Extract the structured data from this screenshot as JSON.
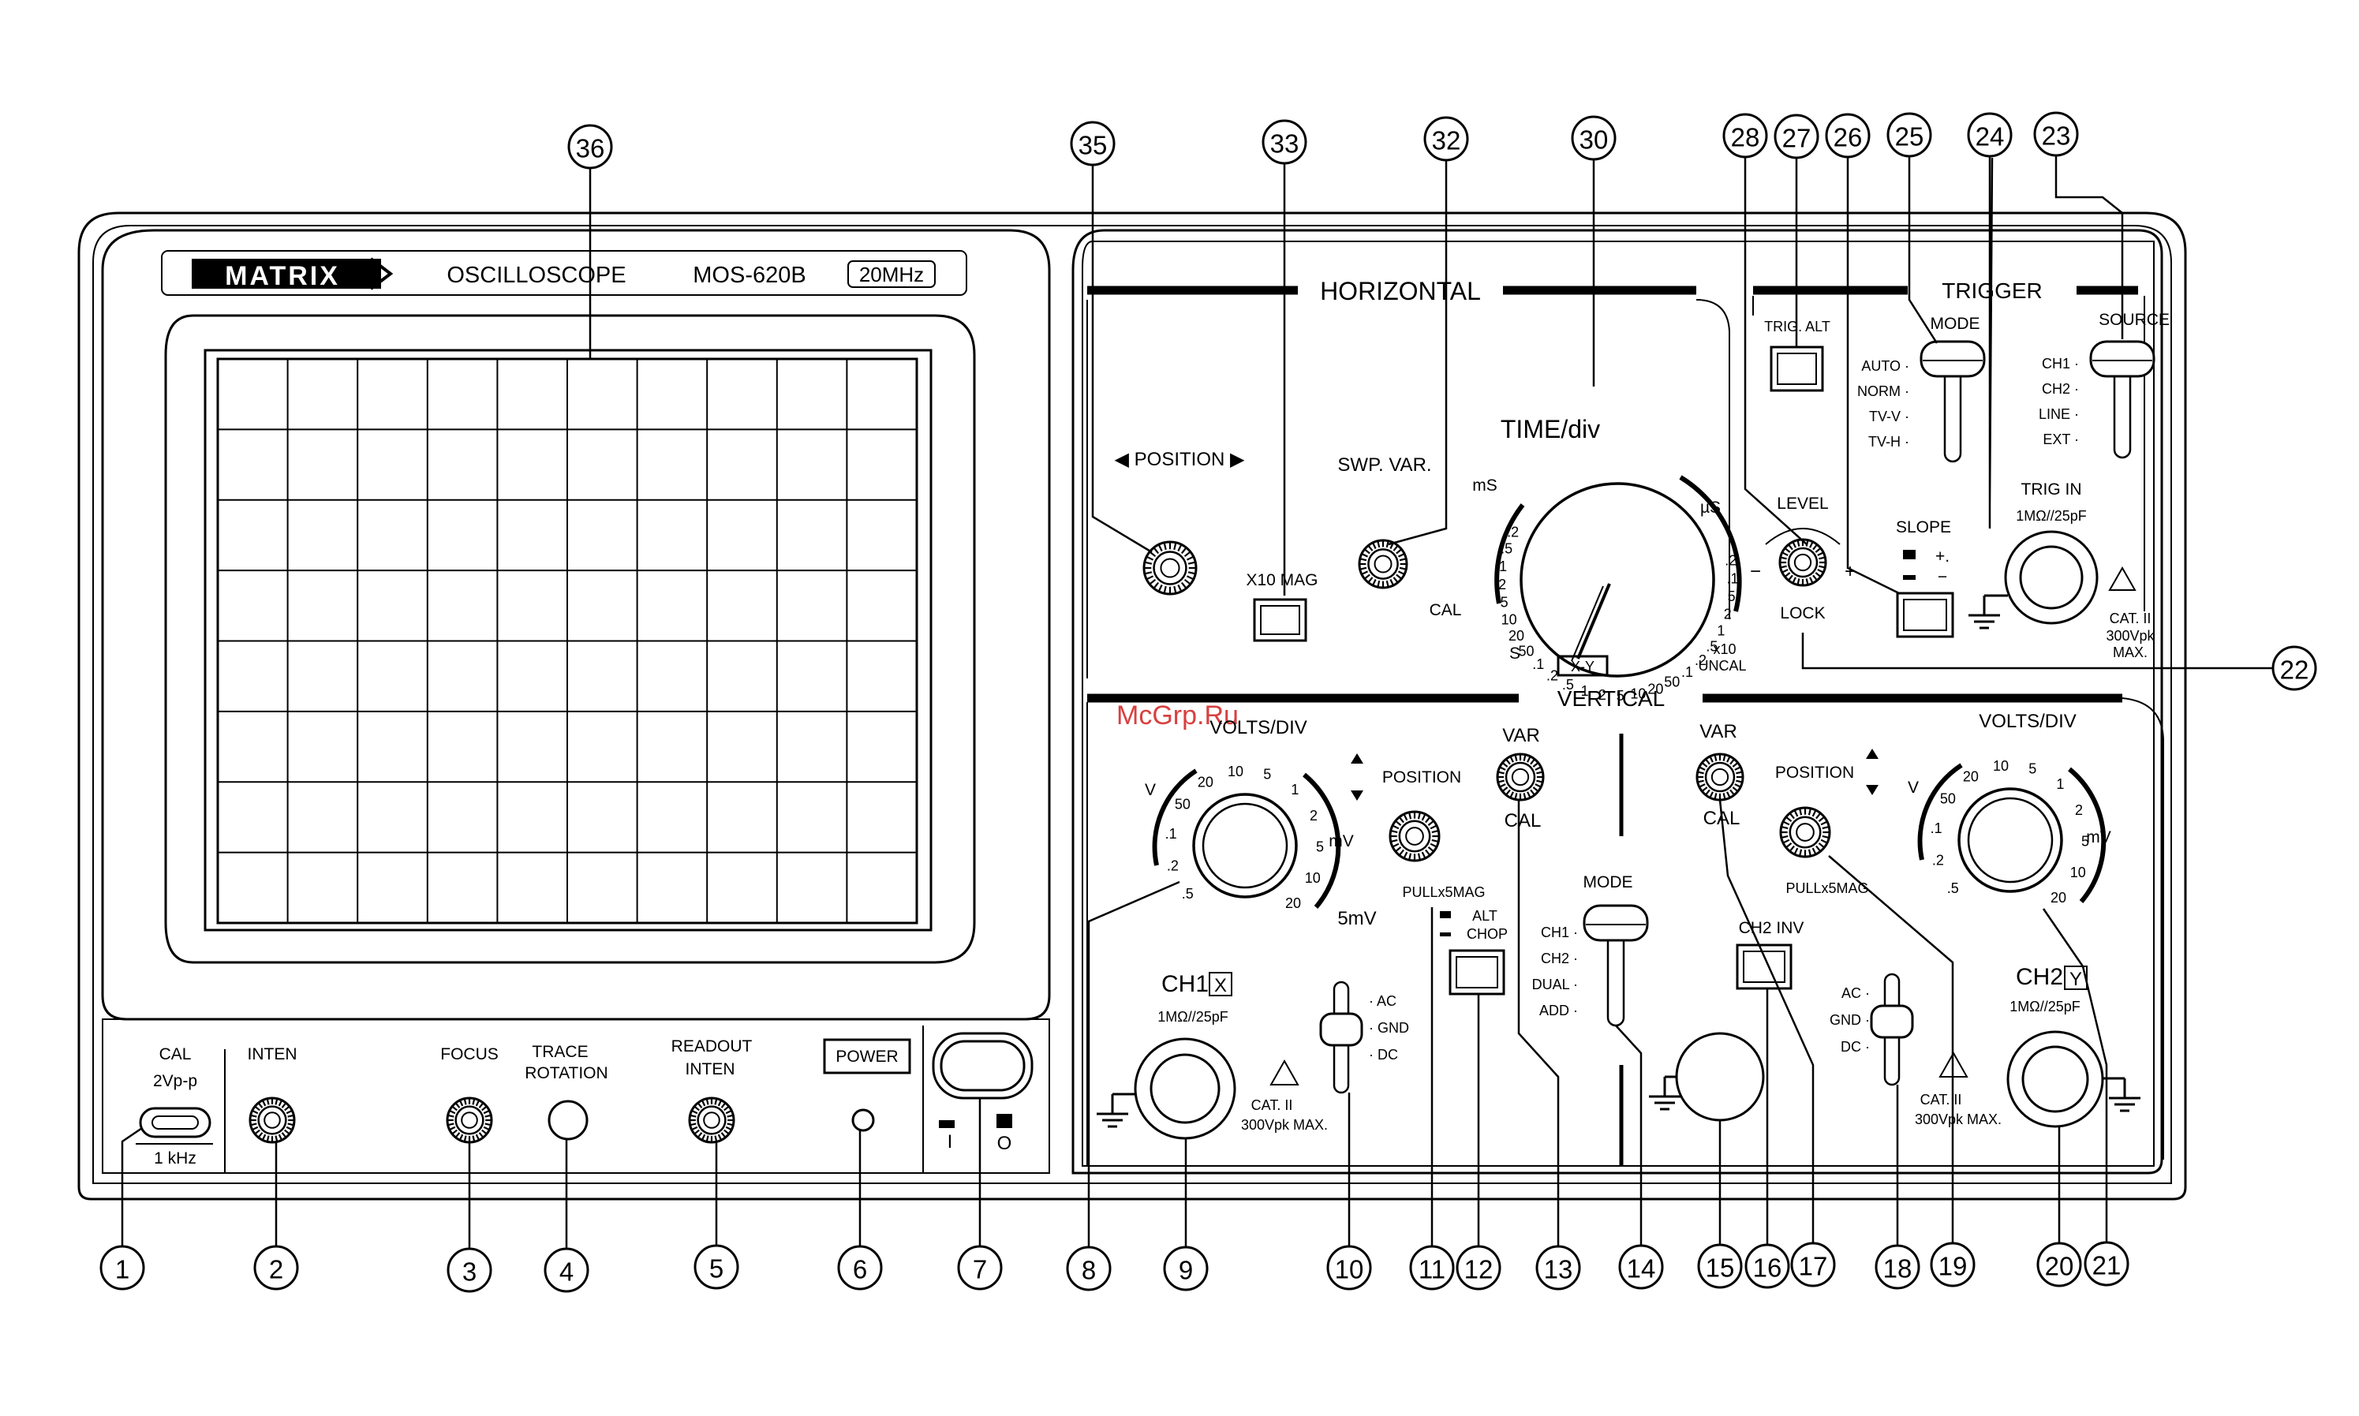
{
  "panel": {
    "brand": "MATRIX",
    "product": "OSCILLOSCOPE",
    "model": "MOS-620B",
    "bandwidth": "20MHz",
    "watermark": "McGrp.Ru"
  },
  "sections": {
    "horizontal": "HORIZONTAL",
    "vertical": "VERTICAL",
    "trigger": "TRIGGER"
  },
  "bottom": {
    "cal_title": "CAL",
    "cal_volts": "2Vp-p",
    "cal_freq": "1 kHz",
    "inten": "INTEN",
    "focus": "FOCUS",
    "trace_1": "TRACE",
    "trace_2": "ROTATION",
    "readout_1": "READOUT",
    "readout_2": "INTEN",
    "power": "POWER",
    "power_on": "I",
    "power_off": "O"
  },
  "horizontal": {
    "position": "◀ POSITION ▶",
    "x10mag": "X10 MAG",
    "swpvar": "SWP. VAR.",
    "cal": "CAL",
    "timediv": "TIME/div",
    "xy": "X-Y",
    "x10": "x10",
    "uncal": "UNCAL",
    "ms": "mS",
    "us": "µS",
    "s": "S",
    "dial_labels": [
      ".2",
      ".5",
      "1",
      "2",
      "5",
      "10",
      "20",
      "50",
      ".1",
      ".2",
      ".5",
      "1",
      "2",
      "5",
      "10",
      "20",
      "50",
      ".1",
      ".2",
      ".5",
      "1",
      "2",
      "5",
      ".1",
      ".2"
    ]
  },
  "trigger": {
    "trigalt": "TRIG. ALT",
    "mode": "MODE",
    "mode_items": [
      "AUTO",
      "NORM",
      "TV-V",
      "TV-H"
    ],
    "source": "SOURCE",
    "source_items": [
      "CH1",
      "CH2",
      "LINE",
      "EXT"
    ],
    "level": "LEVEL",
    "lock": "LOCK",
    "minus": "−",
    "plus": "+",
    "slope": "SLOPE",
    "slope_plus": "+.",
    "slope_minus": "−",
    "trigin": "TRIG IN",
    "trigin_imp": "1MΩ//25pF",
    "cat": "CAT. II",
    "cat_v": "300Vpk",
    "cat_max": "MAX."
  },
  "vertical": {
    "voltsdiv": "VOLTS/DIV",
    "v": "V",
    "mv": "mV",
    "fivemv": "5mV",
    "dial_labels_ch1": [
      ".5",
      ".2",
      ".1",
      "50",
      "20",
      "10",
      "5",
      "1",
      "2",
      "5",
      "10",
      "20"
    ],
    "dial_labels_ch2": [
      ".5",
      ".2",
      ".1",
      "50",
      "20",
      "10",
      "5",
      "1",
      "2",
      "5",
      "10",
      "20"
    ],
    "position": "POSITION",
    "var": "VAR",
    "cal": "CAL",
    "pull": "PULLx5MAG",
    "alt": "ALT",
    "chop": "CHOP",
    "mode": "MODE",
    "mode_items": [
      "CH1",
      "CH2",
      "DUAL",
      "ADD"
    ],
    "ch2inv": "CH2 INV",
    "coupling": [
      "AC",
      "GND",
      "DC"
    ],
    "ch1": "CH1",
    "ch1_box": "X",
    "ch2": "CH2",
    "ch2_box": "Y",
    "imp": "1MΩ//25pF",
    "cat": "CAT. II",
    "cat_v": "300Vpk MAX."
  },
  "callouts": [
    "1",
    "2",
    "3",
    "4",
    "5",
    "6",
    "7",
    "8",
    "9",
    "10",
    "11",
    "12",
    "13",
    "14",
    "15",
    "16",
    "17",
    "18",
    "19",
    "20",
    "21",
    "22",
    "23",
    "24",
    "25",
    "26",
    "27",
    "28",
    "30",
    "32",
    "33",
    "35",
    "36"
  ]
}
